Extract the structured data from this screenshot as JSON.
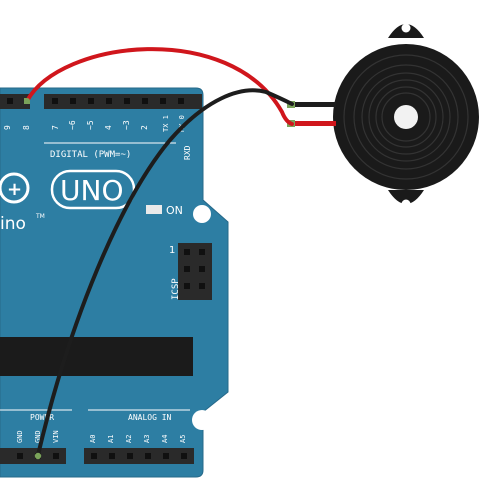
{
  "board": {
    "model_text": "UNO",
    "brand_text": "ino",
    "trademark": "TM",
    "digital_header": "DIGITAL (PWM=~)",
    "power_header": "POWER",
    "analog_header": "ANALOG IN",
    "on_label": "ON",
    "icsp_label": "ICSP",
    "icsp_pin_one": "1",
    "digital_pins": [
      "9",
      "8",
      "7",
      "~6",
      "~5",
      "4",
      "~3",
      "2",
      "TX 1",
      "RX 0"
    ],
    "rx_label": "RXD",
    "power_pins": [
      "GND",
      "GND",
      "VIN"
    ],
    "analog_pins": [
      "A0",
      "A1",
      "A2",
      "A3",
      "A4",
      "A5"
    ],
    "colors": {
      "pcb": "#2d7ea3",
      "header": "#2a2a2a",
      "silk": "#ffffff"
    }
  },
  "buzzer": {
    "component": "piezo-buzzer",
    "colors": {
      "body": "#1a1a1a",
      "ring": "#333333",
      "center": "#f2f2f2"
    }
  },
  "wires": {
    "red": {
      "from": "digital-pin-8",
      "to": "buzzer-positive",
      "color": "#d0161c"
    },
    "black": {
      "from": "power-gnd",
      "to": "buzzer-negative",
      "color": "#1d1d1d"
    }
  }
}
